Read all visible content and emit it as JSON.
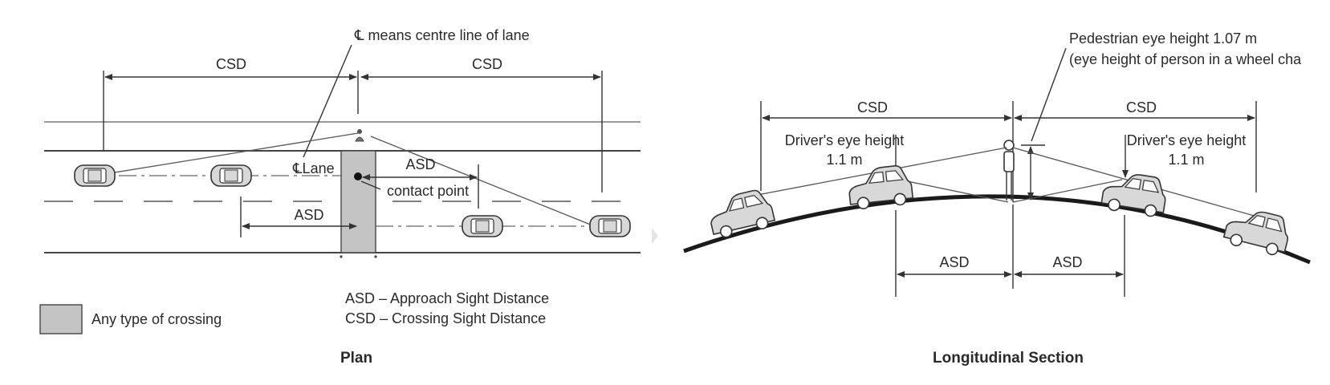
{
  "plan": {
    "centre_line_note": "℄ means centre line of lane",
    "csd_left": "CSD",
    "csd_right": "CSD",
    "lane_label": "℄Lane",
    "asd_upper": "ASD",
    "contact_point": "contact point",
    "asd_lower": "ASD",
    "legend_crossing": "Any type of crossing",
    "asd_definition": "ASD – Approach Sight Distance",
    "csd_definition": "CSD – Crossing Sight Distance",
    "title": "Plan"
  },
  "section": {
    "ped_eye_line1": "Pedestrian eye height 1.07 m",
    "ped_eye_line2": "(eye height of person in a wheel cha",
    "csd_left": "CSD",
    "csd_right": "CSD",
    "driver_left_line1": "Driver's eye height",
    "driver_left_line2": "1.1 m",
    "driver_right_line1": "Driver's eye height",
    "driver_right_line2": "1.1 m",
    "asd_left": "ASD",
    "asd_right": "ASD",
    "title": "Longitudinal Section"
  },
  "colors": {
    "crossing_fill": "#c4c4c4",
    "line": "#333333"
  }
}
